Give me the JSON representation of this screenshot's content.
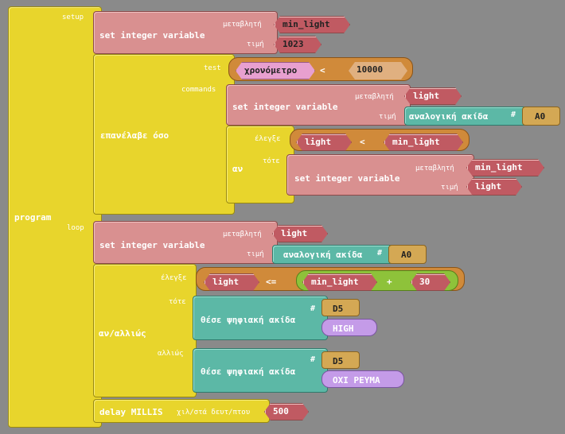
{
  "program": {
    "label": "program"
  },
  "setup": {
    "socket_label": "setup",
    "block_label": "set integer variable",
    "var_label": "μεταβλητή",
    "value_label": "τιμή",
    "var_name": "min_light",
    "value": "1023"
  },
  "repeat": {
    "label": "επανέλαβε όσο",
    "test_label": "test",
    "commands_label": "commands",
    "cond_left": "χρονόμετρο",
    "cond_op": "<",
    "cond_right": "10000",
    "set_block_label": "set integer variable",
    "set_var_label": "μεταβλητή",
    "set_value_label": "τιμή",
    "set_var": "light",
    "analog_label": "αναλογική ακίδα",
    "analog_hash": "#",
    "analog_pin": "A0",
    "if_label": "αν",
    "if_check_label": "έλεγξε",
    "if_then_label": "τότε",
    "if_left": "light",
    "if_op": "<",
    "if_right": "min_light",
    "inner_set_label": "set integer variable",
    "inner_var_label": "μεταβλητή",
    "inner_value_label": "τιμή",
    "inner_var": "min_light",
    "inner_value": "light"
  },
  "loop": {
    "socket_label": "loop",
    "set_block_label": "set integer variable",
    "var_label": "μεταβλητή",
    "value_label": "τιμή",
    "set_var": "light",
    "analog_label": "αναλογική ακίδα",
    "analog_hash": "#",
    "analog_pin": "A0",
    "ifelse_label": "αν/αλλιώς",
    "check_label": "έλεγξε",
    "then_label": "τότε",
    "else_label": "αλλιώς",
    "cmp_left": "light",
    "cmp_op": "<=",
    "sum_left": "min_light",
    "sum_op": "+",
    "sum_right": "30",
    "digital_label": "θέσε ψηφιακή ακίδα",
    "digital_hash": "#",
    "then_pin": "D5",
    "then_value": "HIGH",
    "else_pin": "D5",
    "else_value": "ΟΧΙ ΡΕΥΜΑ",
    "delay_label": "delay MILLIS",
    "delay_unit_label": "χιλ/στά δευτ/πτου",
    "delay_value": "500"
  }
}
